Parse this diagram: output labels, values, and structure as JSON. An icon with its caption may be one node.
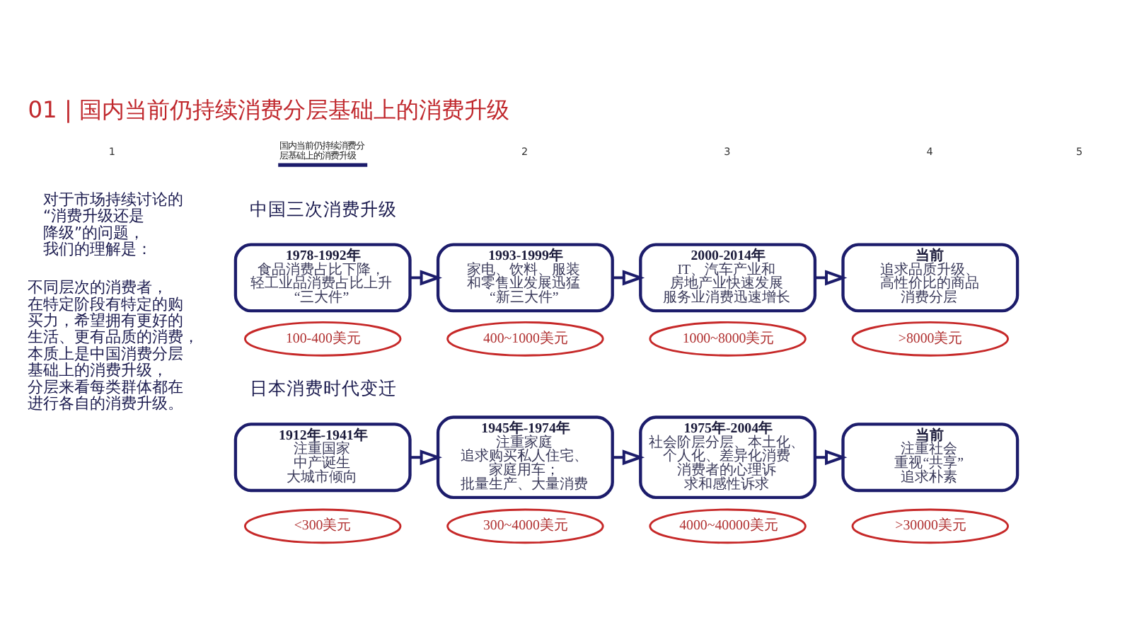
{
  "diagram": {
    "title": "01 | 国内当前仍持续消费分层基础上的消费升级",
    "nodes": [
      {
        "text": [
          "1978-1992年",
          "食品消费占比下降，轻工业品消费占比上升",
          "“三大件”"
        ]
      },
      {
        "text": [
          "1993-1999年",
          "家电、饮料、服装和零售业发展迅猛",
          "“新三大件”"
        ]
      },
      {
        "text": [
          "2000-2014年",
          "IT、汽车产业和房地产业快速发展",
          "服务业消费迅速增长"
        ]
      },
      {
        "text": [
          "当前",
          "追求品质升级、高性价比的商品",
          "消费分层"
        ]
      },
      {
        "text": [
          "100-400美元"
        ]
      },
      {
        "text": [
          "400~1000美元"
        ]
      },
      {
        "text": [
          "1000~8000美元"
        ]
      },
      {
        "text": [
          ">8000美元"
        ]
      },
      {
        "text": [
          "1912年-1941年",
          "注重国家",
          "中产诞生",
          "大城市倾向"
        ]
      },
      {
        "text": [
          "1945年-1974年",
          "注重家庭",
          "追求购买私人住宅、家庭用车；",
          "批量生产、大量消费"
        ]
      },
      {
        "text": [
          "1975年-2004年",
          "社会阶层分层、本土化、个人化、差异化消费",
          "消费者的心理诉求和感性诉求"
        ]
      },
      {
        "text": [
          "当前",
          "注重社会",
          "重视“共享”",
          "追求朴素"
        ]
      },
      {
        "text": [
          "<300美元"
        ]
      },
      {
        "text": [
          "300~4000美元"
        ]
      },
      {
        "text": [
          "4000~40000美元"
        ]
      },
      {
        "text": [
          ">30000美元"
        ]
      }
    ],
    "edges": [
      {
        "from": 0,
        "to": 1,
        "arrow": "to"
      },
      {
        "from": 1,
        "to": 2,
        "arrow": "to"
      },
      {
        "from": 2,
        "to": 3,
        "arrow": "to"
      },
      {
        "from": 8,
        "to": 9,
        "arrow": "to"
      },
      {
        "from": 9,
        "to": 10,
        "arrow": "to"
      },
      {
        "from": 10,
        "to": 11,
        "arrow": "to"
      }
    ],
    "labels": [
      "1",
      "国内当前仍持续消费分层基础上的消费升级",
      "2",
      "3",
      "4",
      "5",
      "对于市场持续讨论的“消费升级还是降级”的问题，我们的理解是：",
      "不同层次的消费者，在特定阶段有特定的购买力，希望拥有更好的生活、更有品质的消费，本质上是中国消费分层基础上的消费升级，分层来看每类群体都在进行各自的消费升级。",
      "中国三次消费升级",
      "日本消费时代变迁"
    ]
  }
}
